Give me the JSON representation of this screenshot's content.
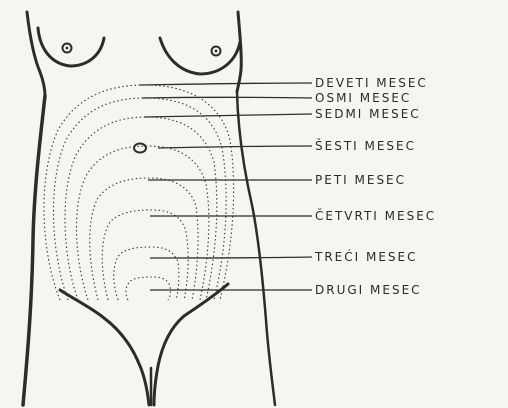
{
  "labels": [
    "DEVETI MESEC",
    "OSMI MESEC",
    "SEDMI MESEC",
    "ŠESTI MESEC",
    "PETI MESEC",
    "ČETVRTI MESEC",
    "TREĆI MESEC",
    "DRUGI MESEC"
  ],
  "colors": {
    "ink": "#2b2b2b",
    "paper": "#f7f5ef"
  }
}
